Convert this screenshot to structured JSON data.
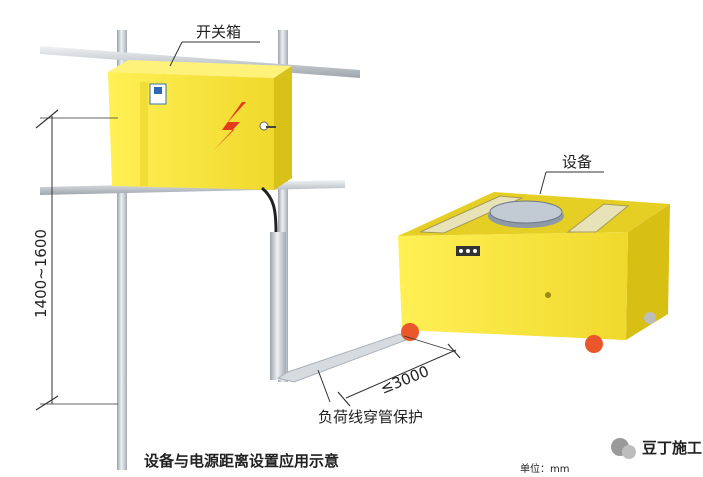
{
  "labels": {
    "switch_box": "开关箱",
    "equipment": "设备",
    "height_range": "1400~1600",
    "distance": "≤3000",
    "cable_protection": "负荷线穿管保护",
    "caption": "设备与电源距离设置应用示意",
    "unit": "单位：mm",
    "watermark": "豆丁施工"
  },
  "colors": {
    "box_yellow": "#f6e43a",
    "box_shadow": "#dcc51c",
    "pipe": "#c9ced4",
    "wheel": "#e9572a",
    "bolt": "#e23b1e"
  },
  "icons": [
    "lightning-bolt-icon",
    "wechat-icon"
  ]
}
